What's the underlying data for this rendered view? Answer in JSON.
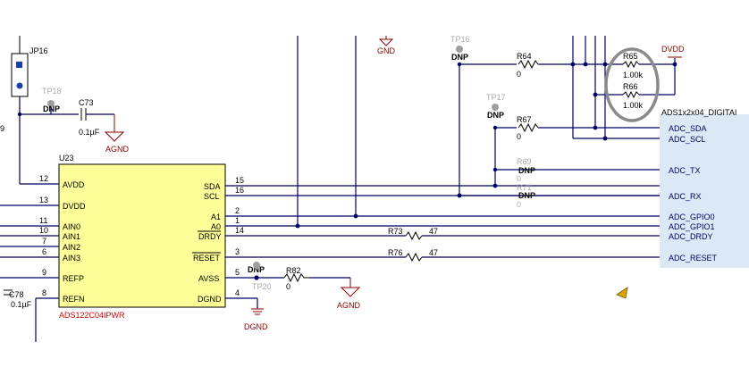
{
  "jumper": {
    "ref": "JP16"
  },
  "ic": {
    "ref": "U23",
    "part": "ADS122C04IPWR",
    "left_pins": [
      {
        "num": "12",
        "name": "AVDD"
      },
      {
        "num": "13",
        "name": "DVDD"
      },
      {
        "num": "11",
        "name": "AIN0"
      },
      {
        "num": "10",
        "name": "AIN1"
      },
      {
        "num": "7",
        "name": "AIN2"
      },
      {
        "num": "6",
        "name": "AIN3"
      },
      {
        "num": "9",
        "name": "REFP"
      },
      {
        "num": "8",
        "name": "REFN"
      }
    ],
    "right_pins": [
      {
        "num": "15",
        "name": "SDA"
      },
      {
        "num": "16",
        "name": "SCL"
      },
      {
        "num": "2",
        "name": "A1"
      },
      {
        "num": "1",
        "name": "A0"
      },
      {
        "num": "14",
        "name": "DRDY"
      },
      {
        "num": "3",
        "name": "RESET"
      },
      {
        "num": "5",
        "name": "AVSS"
      },
      {
        "num": "4",
        "name": "DGND"
      }
    ]
  },
  "testpoints": {
    "tp16": "TP16",
    "tp17": "TP17",
    "tp18": "TP18",
    "tp20": "TP20"
  },
  "dnp": "DNP",
  "caps": {
    "c73": {
      "ref": "C73",
      "value": "0.1µF"
    },
    "c78": {
      "ref": "C78",
      "value": "0.1µF"
    }
  },
  "resistors": {
    "r64": {
      "ref": "R64",
      "value": "0"
    },
    "r65": {
      "ref": "R65",
      "value": "1.00k"
    },
    "r66": {
      "ref": "R66",
      "value": "1.00k"
    },
    "r67": {
      "ref": "R67",
      "value": "0"
    },
    "r69": {
      "ref": "R69",
      "value": "0"
    },
    "r71": {
      "ref": "R71",
      "value": "0"
    },
    "r73": {
      "ref": "R73",
      "value": "47"
    },
    "r76": {
      "ref": "R76",
      "value": "47"
    },
    "r82": {
      "ref": "R82",
      "value": "0"
    }
  },
  "power": {
    "agnd": "AGND",
    "gnd": "GND",
    "dgnd": "DGND",
    "dvdd": "DVDD"
  },
  "page_connector": {
    "title": "ADS1x2x04_DIGITAI",
    "nets": [
      "ADC_SDA",
      "ADC_SCL",
      "ADC_TX",
      "ADC_RX",
      "ADC_GPIO0",
      "ADC_GPIO1",
      "ADC_DRDY",
      "ADC_RESET"
    ]
  },
  "edge_label": "9",
  "colors": {
    "wire": "#000066",
    "ic_fill": "#ffff99",
    "ground": "#8b0000",
    "connector_fill": "#dbe8f6",
    "highlight": "#8a8a8a"
  }
}
